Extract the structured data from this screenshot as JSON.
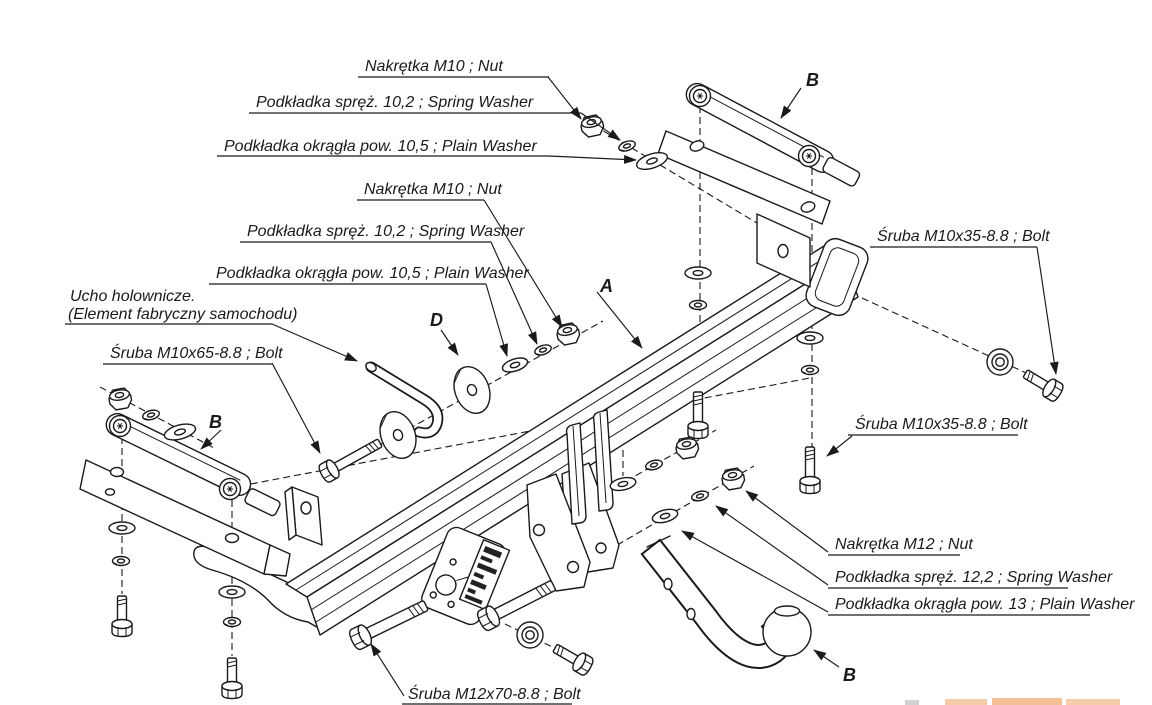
{
  "colors": {
    "ink": "#1a1a1a",
    "background": "#ffffff"
  },
  "branding": {
    "partial_logo_colors": [
      "#f2b27d",
      "#ef9f5f",
      "#bbbbbb"
    ]
  },
  "callouts": [
    {
      "id": "nut-m10-upper",
      "text": "Nakrętka  M10 ; Nut"
    },
    {
      "id": "spring-washer-10-upper",
      "text": "Podkładka spręż. 10,2 ; Spring Washer"
    },
    {
      "id": "plain-washer-10-upper",
      "text": "Podkładka okrągła pow. 10,5 ; Plain Washer"
    },
    {
      "id": "nut-m10-lower",
      "text": "Nakrętka  M10 ; Nut"
    },
    {
      "id": "spring-washer-10-lower",
      "text": "Podkładka spręż. 10,2 ; Spring Washer"
    },
    {
      "id": "plain-washer-10-lower",
      "text": "Podkładka okrągła pow. 10,5 ; Plain Washer"
    },
    {
      "id": "tow-eye-note",
      "line1": "Ucho holownicze.",
      "line2": "(Element fabryczny samochodu)"
    },
    {
      "id": "bolt-m10x65",
      "text": "Śruba M10x65-8.8   ;  Bolt"
    },
    {
      "id": "bolt-m10x35-a",
      "text": "Śruba M10x35-8.8   ;  Bolt"
    },
    {
      "id": "bolt-m10x35-b",
      "text": "Śruba M10x35-8.8   ;  Bolt"
    },
    {
      "id": "nut-m12",
      "text": "Nakrętka  M12 ; Nut"
    },
    {
      "id": "spring-washer-12",
      "text": "Podkładka spręż. 12,2 ; Spring Washer"
    },
    {
      "id": "plain-washer-13",
      "text": "Podkładka okrągła pow. 13 ; Plain Washer"
    },
    {
      "id": "bolt-m12x70",
      "text": "Śruba M12x70-8.8   ;  Bolt"
    }
  ],
  "part_markers": [
    {
      "id": "marker-b-top-right",
      "letter": "B"
    },
    {
      "id": "marker-a-crossbeam",
      "letter": "A"
    },
    {
      "id": "marker-d-disc",
      "letter": "D"
    },
    {
      "id": "marker-b-left",
      "letter": "B"
    },
    {
      "id": "marker-b-ball",
      "letter": "B"
    }
  ]
}
